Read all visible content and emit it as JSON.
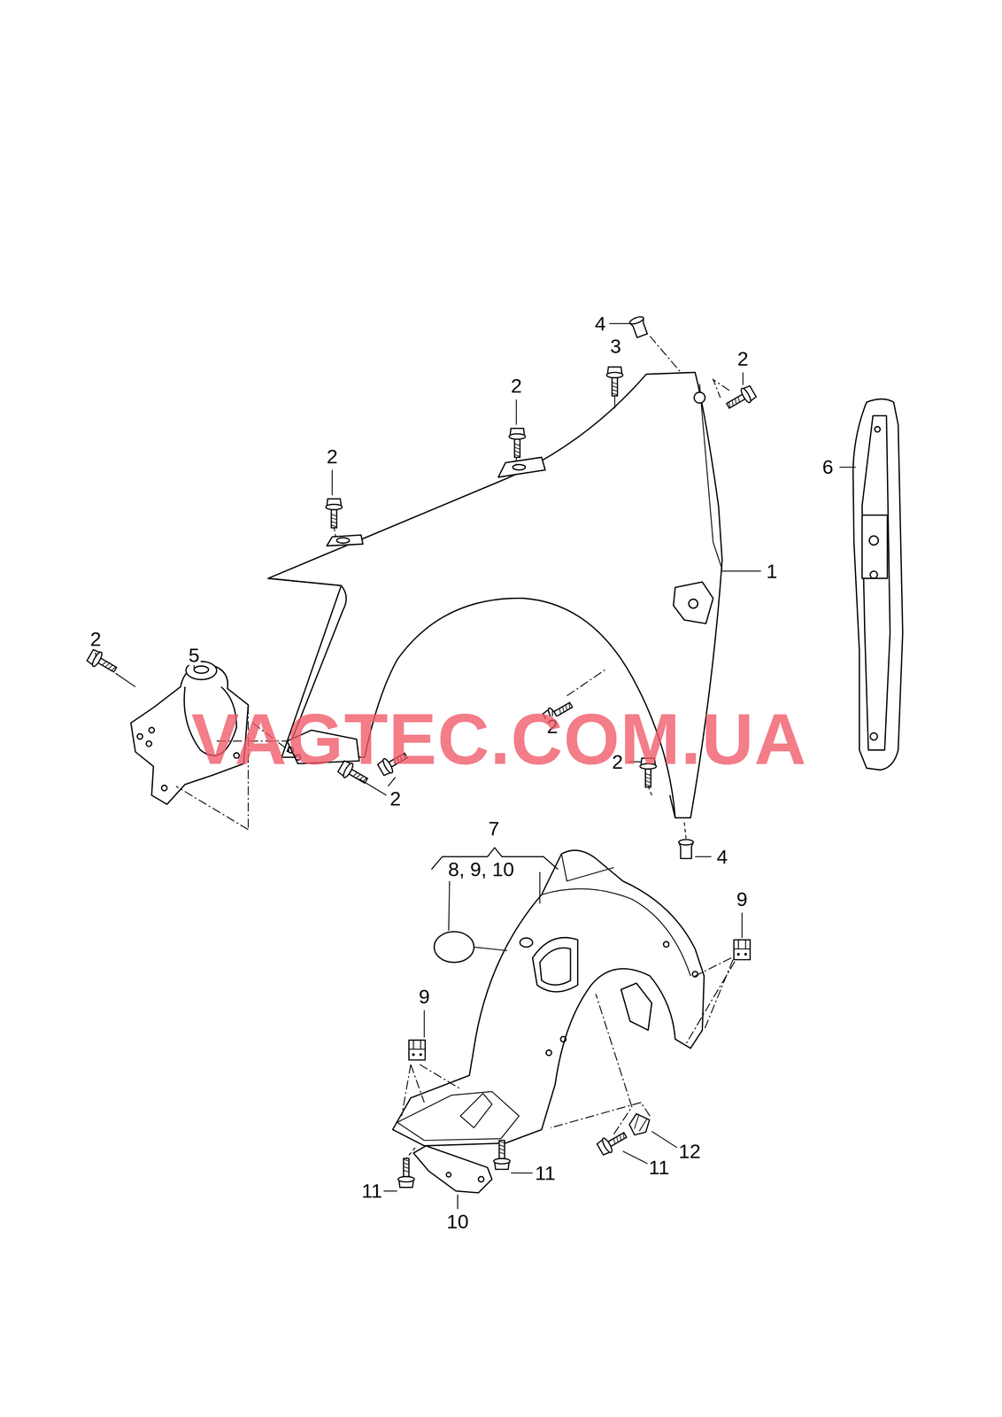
{
  "diagram": {
    "labels": [
      "4",
      "3",
      "2",
      "2",
      "2",
      "2",
      "1",
      "6",
      "5",
      "2",
      "2",
      "2",
      "4",
      "7",
      "8, 9, 10",
      "9",
      "9",
      "11",
      "12",
      "11",
      "11",
      "10",
      "VAGTEC.COM.UA"
    ]
  }
}
